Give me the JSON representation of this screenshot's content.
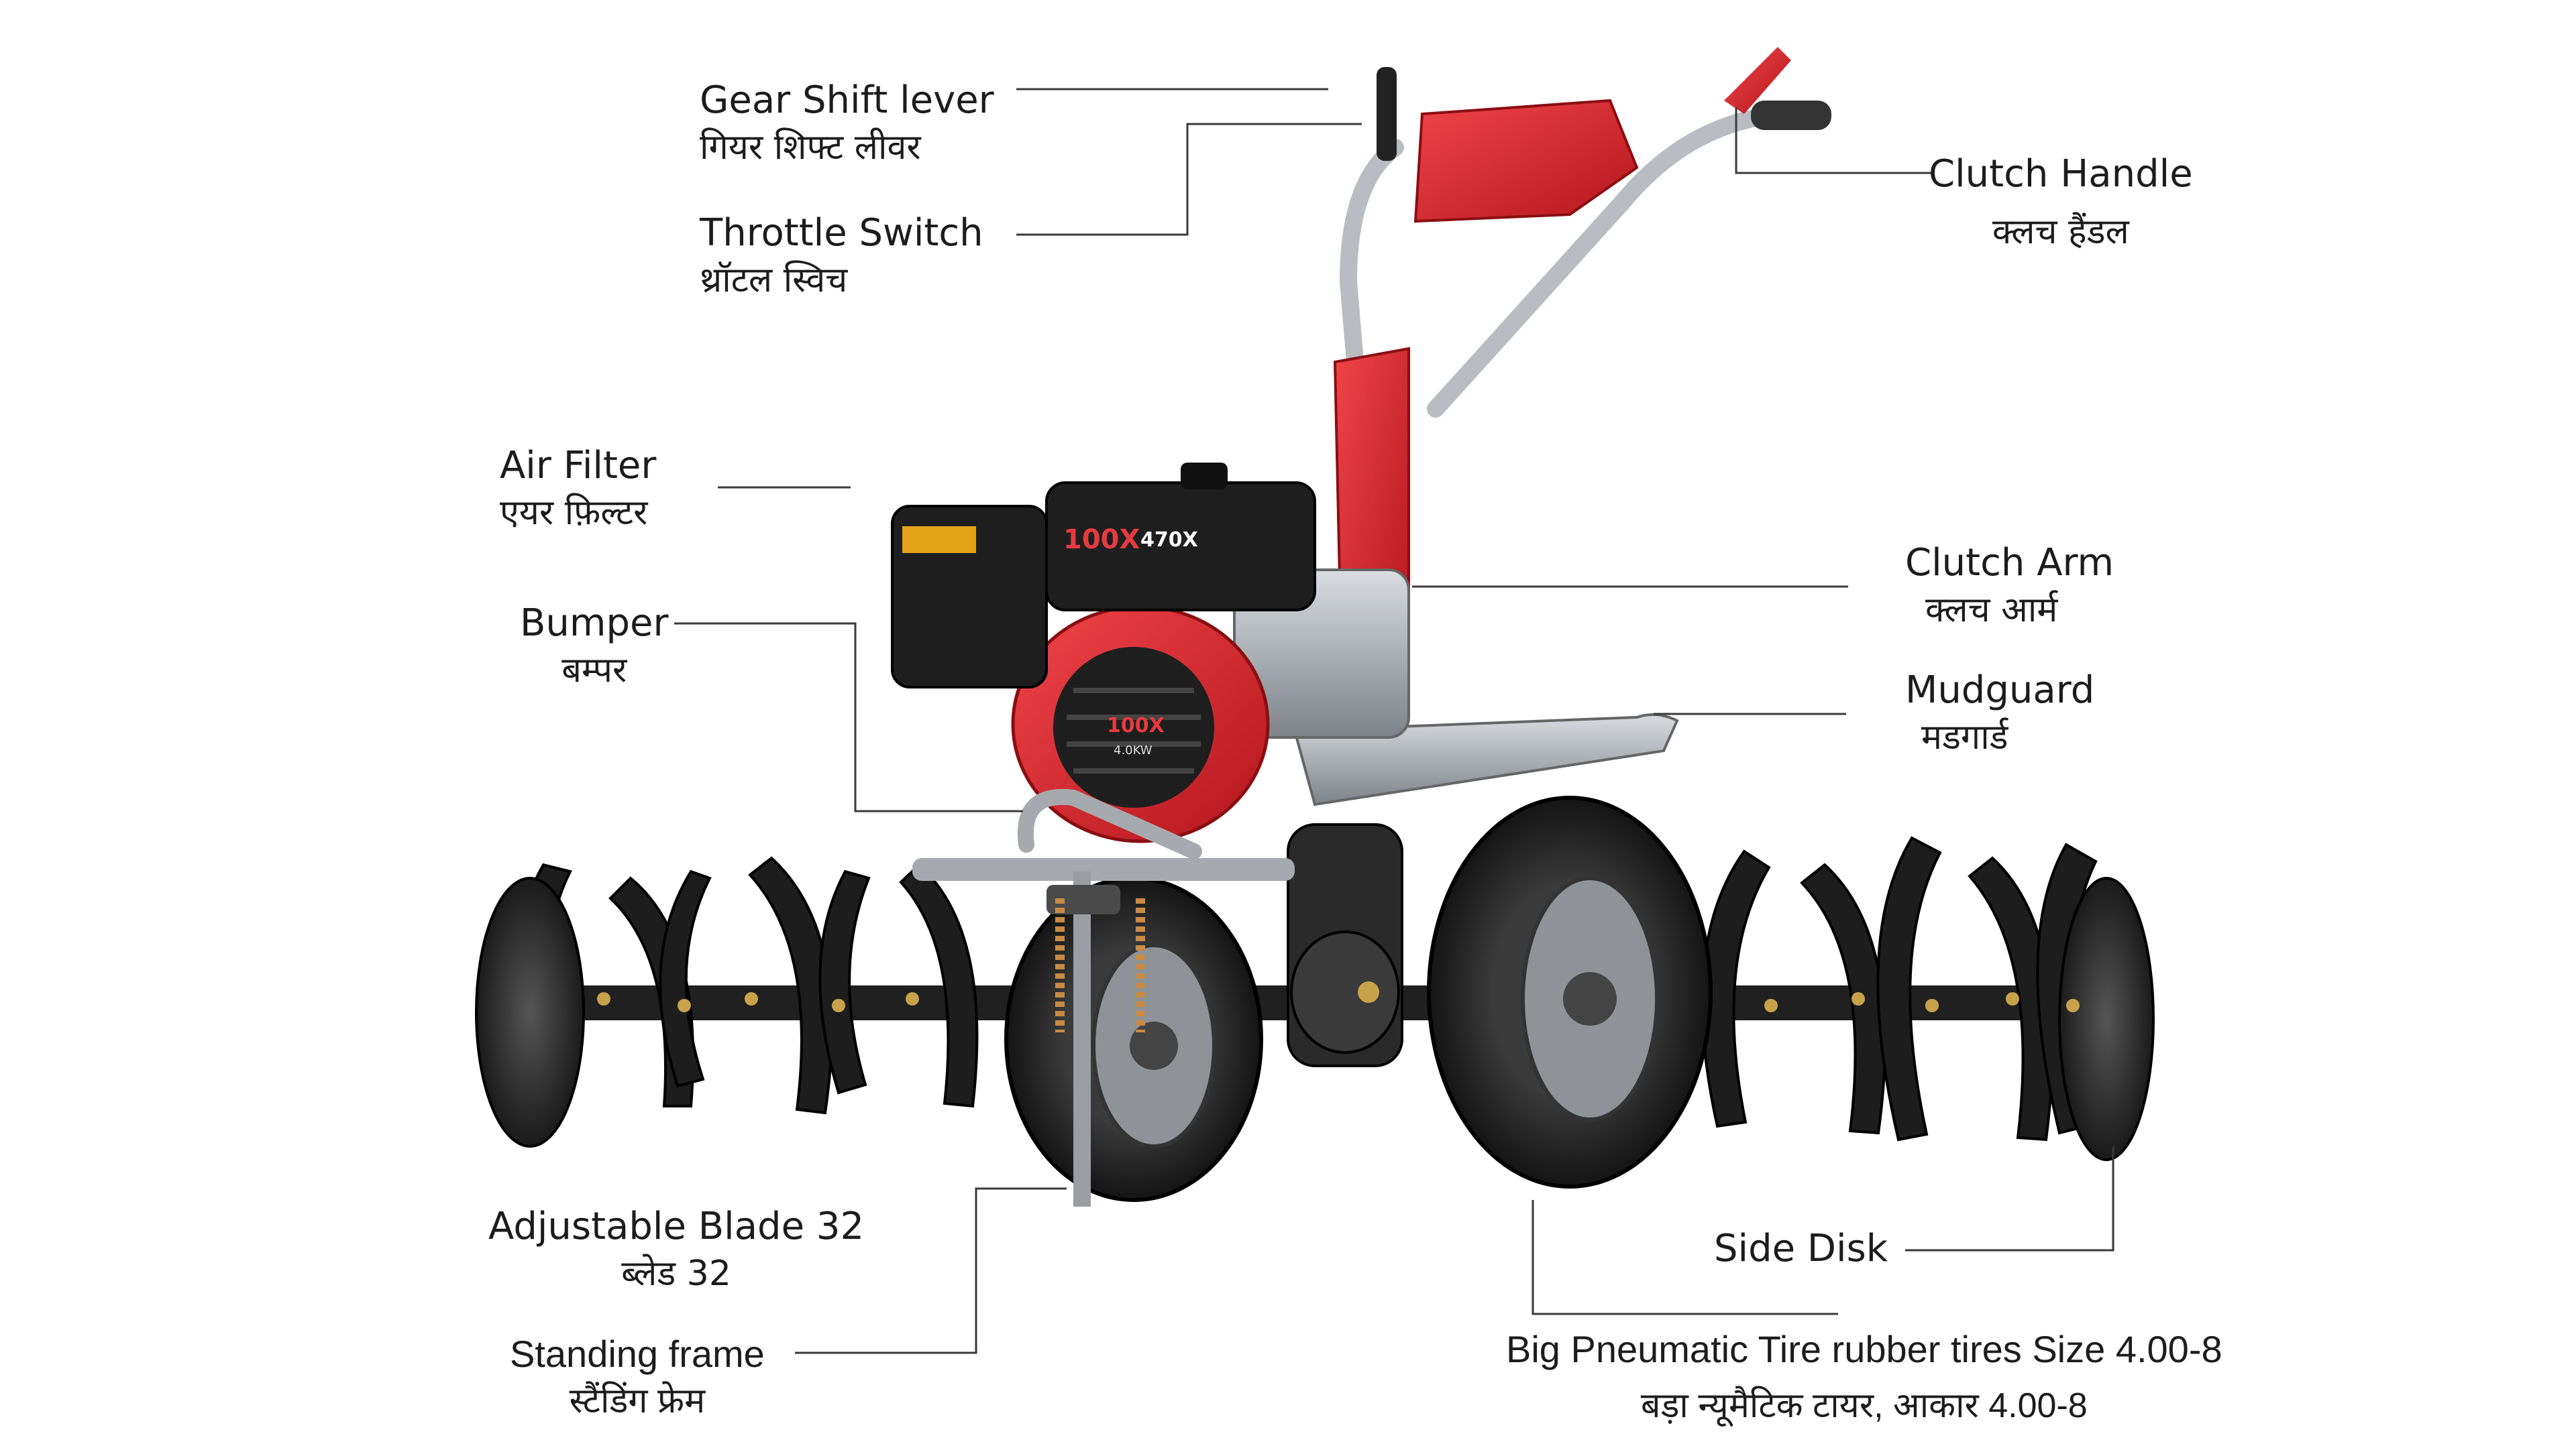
{
  "labels": {
    "gear_shift": {
      "en": "Gear Shift lever",
      "hi": "गियर शिफ्ट लीवर"
    },
    "throttle": {
      "en": "Throttle  Switch",
      "hi": "थ्रॉटल स्विच"
    },
    "air_filter": {
      "en": "Air Filter",
      "hi": "एयर फ़िल्टर"
    },
    "bumper": {
      "en": "Bumper",
      "hi": "बम्पर"
    },
    "adjustable_blade": {
      "en": "Adjustable Blade 32",
      "hi": "ब्लेड 32"
    },
    "standing_frame": {
      "en": "Standing frame",
      "hi": "स्टैंडिंग फ्रेम"
    },
    "clutch_handle": {
      "en": "Clutch Handle",
      "hi": "क्लच हैंडल"
    },
    "clutch_arm": {
      "en": "Clutch Arm",
      "hi": "क्लच आर्म"
    },
    "mudguard": {
      "en": "Mudguard",
      "hi": "मडगार्ड"
    },
    "side_disk": {
      "en": "Side Disk"
    },
    "tire": {
      "en": "Big Pneumatic Tire rubber tires Size 4.00-8",
      "hi": "बड़ा न्यूमैटिक टायर,  आकार 4.00-8"
    }
  },
  "engine_badges": {
    "brand": "100X",
    "model": "470X",
    "power": "4.0KW"
  },
  "colors": {
    "body_red": "#d8262c",
    "engine_black": "#1e1e1e",
    "metal": "#9a9ea3",
    "leader_line": "#3a3a3a"
  }
}
